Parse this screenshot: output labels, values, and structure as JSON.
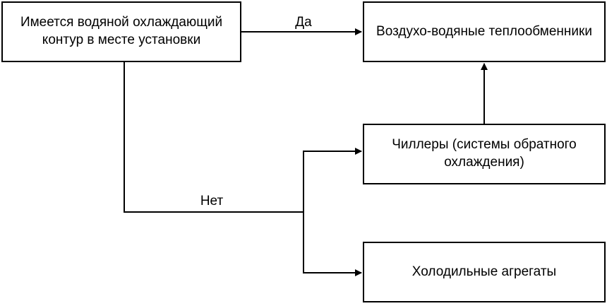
{
  "nodes": {
    "question": "Имеется водяной охлаждающий контур в месте установки",
    "air_water_hx": "Воздухо-водяные теплообменники",
    "chillers": "Чиллеры (системы обратного охлаждения)",
    "cooling_units": "Холодильные агрегаты"
  },
  "edges": {
    "yes_label": "Да",
    "no_label": "Нет"
  },
  "colors": {
    "line": "#000000",
    "box_border": "#000000",
    "background": "#ffffff"
  }
}
